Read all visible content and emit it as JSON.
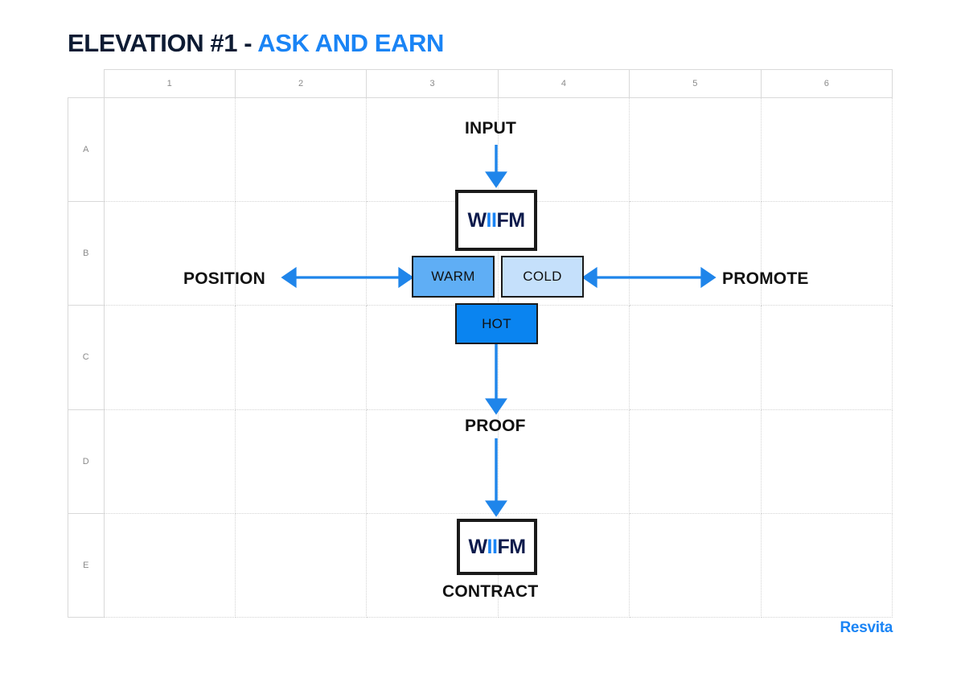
{
  "title": {
    "primary": "ELEVATION #1 - ",
    "accent": "ASK AND EARN"
  },
  "grid": {
    "columns": [
      "1",
      "2",
      "3",
      "4",
      "5",
      "6"
    ],
    "rows": [
      "A",
      "B",
      "C",
      "D",
      "E"
    ]
  },
  "diagram": {
    "input_label": "INPUT",
    "position_label": "POSITION",
    "promote_label": "PROMOTE",
    "proof_label": "PROOF",
    "contract_label": "CONTRACT",
    "wiifm_top": {
      "dark_a": "W",
      "accent": "II",
      "dark_b": "FM"
    },
    "wiifm_bottom": {
      "dark_a": "W",
      "accent": "II",
      "dark_b": "FM"
    },
    "temps": [
      {
        "label": "WARM",
        "fill": "#5FAEF5"
      },
      {
        "label": "COLD",
        "fill": "#C5E0FB"
      },
      {
        "label": "HOT",
        "fill": "#0A84F0"
      }
    ]
  },
  "brand": {
    "name": "Resvita"
  },
  "colors": {
    "accent_blue": "#1a84f5",
    "arrow_blue": "#1f85ea",
    "title_dark": "#0d1b33",
    "box_border": "#1a1a1a",
    "grid_line": "#d9d9d9"
  }
}
